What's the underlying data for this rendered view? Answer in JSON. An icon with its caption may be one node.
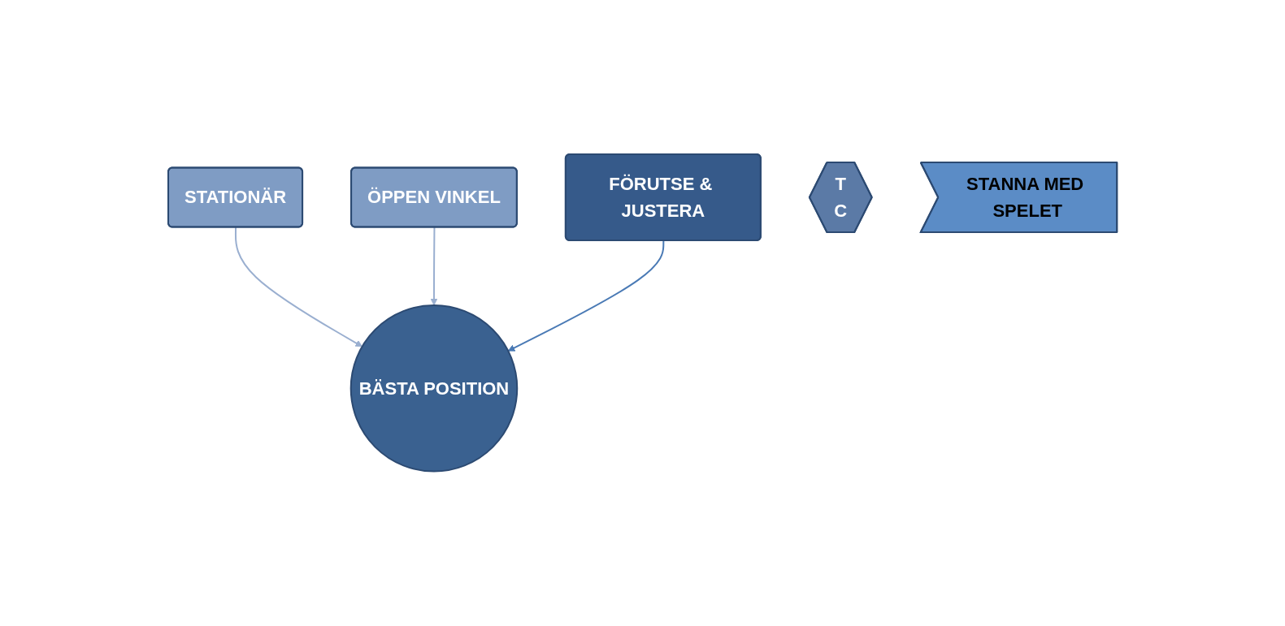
{
  "diagram": {
    "nodes": [
      {
        "text": [
          "STATIONÄR"
        ]
      },
      {
        "text": [
          "ÖPPEN VINKEL"
        ]
      },
      {
        "text": [
          "FÖRUTSE & JUSTERA"
        ]
      },
      {
        "text": [
          "BÄSTA POSITION"
        ]
      },
      {
        "text": [
          "T",
          "C"
        ]
      },
      {
        "text": [
          "STANNA MED SPELET"
        ]
      }
    ],
    "edges": [
      {
        "from": 0,
        "to": 3,
        "arrow": "to"
      },
      {
        "from": 1,
        "to": 3,
        "arrow": "to"
      },
      {
        "from": 2,
        "to": 3,
        "arrow": "to",
        "color": "#4a7ab5"
      }
    ]
  }
}
